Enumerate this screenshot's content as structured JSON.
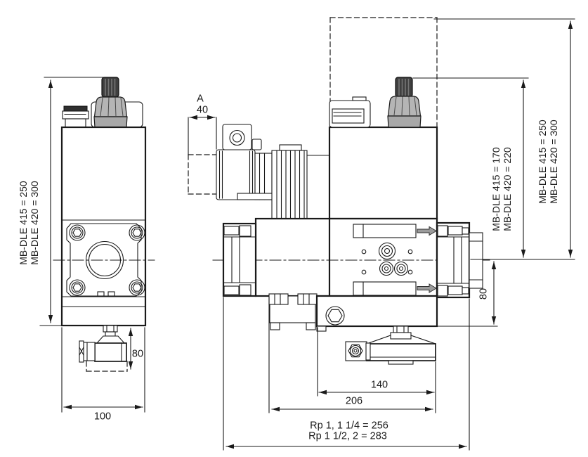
{
  "drawing": {
    "type": "dimensional technical drawing",
    "colors": {
      "line": "#1a1a1a",
      "knob_dark": "#3f3f3f",
      "knob_gray": "#b5b5b5",
      "knob_base_gray": "#a8a8a8",
      "flow_arrow_gray": "#9b9b9b"
    },
    "side_view": {
      "height_dim": {
        "line1": "MB-DLE 415 = 250",
        "line2": "MB-DLE 420 = 300"
      },
      "offset_dim": "80",
      "width_dim": "100"
    },
    "front_view": {
      "clearance_label": "A",
      "clearance_dim": "40",
      "inner_height_dim": {
        "line1": "MB-DLE 415 = 170",
        "line2": "MB-DLE 420 = 220"
      },
      "outer_height_dim": {
        "line1": "MB-DLE 415 = 250",
        "line2": "MB-DLE 420 = 300"
      },
      "offset_dim": "80",
      "regulator_width_dim": "140",
      "body_width_dim": "206",
      "connection_dim": {
        "line1": "Rp 1, 1 1/4 = 256",
        "line2": "Rp 1 1/2, 2 = 283"
      }
    }
  }
}
